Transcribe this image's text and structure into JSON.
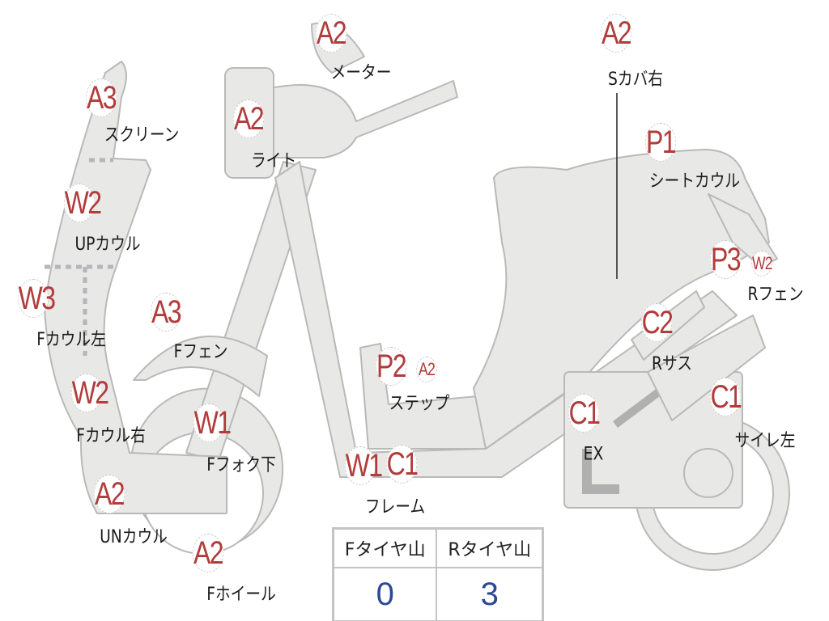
{
  "parts": [
    {
      "code": "A3",
      "label": "スクリーン"
    },
    {
      "code": "W2",
      "label": "UPカウル"
    },
    {
      "code": "W3",
      "label": "Fカウル左"
    },
    {
      "code": "W2",
      "label": "Fカウル右"
    },
    {
      "code": "A2",
      "label": "UNカウル"
    },
    {
      "code": "A2",
      "label": "Fホイール"
    },
    {
      "code": "W1",
      "label": "Fフォク下"
    },
    {
      "code": "A3",
      "label": "Fフェン"
    },
    {
      "code": "A2",
      "label": "ライト"
    },
    {
      "code": "A2",
      "label": "メーター"
    },
    {
      "code": "A2",
      "label": "Sカバ右"
    },
    {
      "code": "P1",
      "label": "シートカウル"
    },
    {
      "code": "P3",
      "code2": "W2",
      "label": "Rフェン"
    },
    {
      "code": "C2",
      "label": "Rサス"
    },
    {
      "code": "C1",
      "label": "サイレ左"
    },
    {
      "code": "C1",
      "label": "EX"
    },
    {
      "code": "P2",
      "code2": "A2",
      "label": "ステップ"
    },
    {
      "code": "W1",
      "code2": "C1",
      "label": "フレーム"
    }
  ],
  "tires": {
    "front_label": "Fタイヤ山",
    "rear_label": "Rタイヤ山",
    "front_value": "0",
    "rear_value": "3"
  },
  "colors": {
    "code": "#b23b3b",
    "value": "#2a4a96",
    "part_fill": "#e8e8e6"
  }
}
